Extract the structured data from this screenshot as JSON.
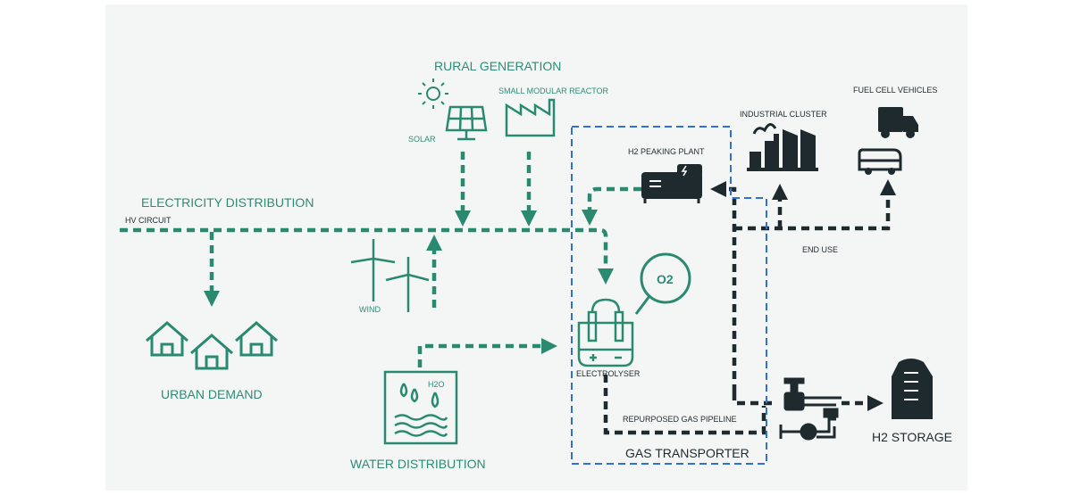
{
  "labels": {
    "rural_generation": "RURAL GENERATION",
    "small_modular_reactor": "SMALL MODULAR REACTOR",
    "solar": "SOLAR",
    "electricity_distribution": "ELECTRICITY DISTRIBUTION",
    "hv_circuit": "HV CIRCUIT",
    "wind": "WIND",
    "urban_demand": "URBAN DEMAND",
    "water_distribution": "WATER DISTRIBUTION",
    "h2o": "H2O",
    "h2_peaking_plant": "H2 PEAKING PLANT",
    "o2": "O2",
    "electrolyser": "ELECTROLYSER",
    "repurposed_gas_pipeline": "REPURPOSED GAS PIPELINE",
    "gas_transporter": "GAS TRANSPORTER",
    "industrial_cluster": "INDUSTRIAL CLUSTER",
    "fuel_cell_vehicles": "FUEL CELL VEHICLES",
    "end_use": "END USE",
    "h2_storage": "H2 STORAGE"
  },
  "colors": {
    "green": "#2a8a70",
    "green_text": "#2e8b74",
    "dark": "#1f2a2e",
    "blue_box": "#2f6fd6"
  },
  "icons": [
    "sun-icon",
    "solar-panel-icon",
    "factory-icon",
    "wind-turbine-icon",
    "house-icon",
    "water-tank-icon",
    "electrolyser-icon",
    "o2-bubble-icon",
    "peaking-plant-icon",
    "industrial-cluster-icon",
    "truck-icon",
    "van-icon",
    "valve-icon",
    "storage-tank-icon"
  ]
}
